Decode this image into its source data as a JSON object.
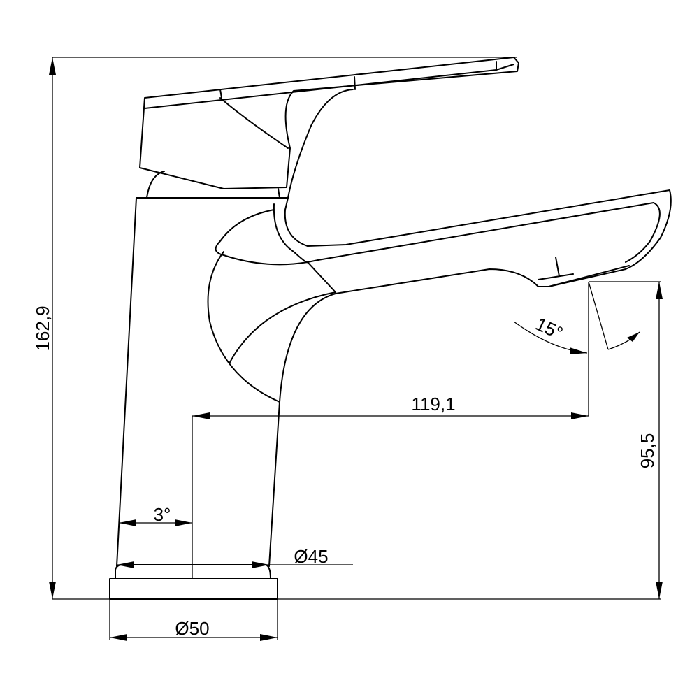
{
  "drawing": {
    "dimensions": {
      "total_height": "162,9",
      "spout_reach": "119,1",
      "spout_angle": "15°",
      "spout_height": "95,5",
      "body_taper": "3°",
      "body_diameter": "Ø45",
      "base_diameter": "Ø50"
    },
    "colors": {
      "line": "#000000",
      "background": "#ffffff"
    }
  }
}
